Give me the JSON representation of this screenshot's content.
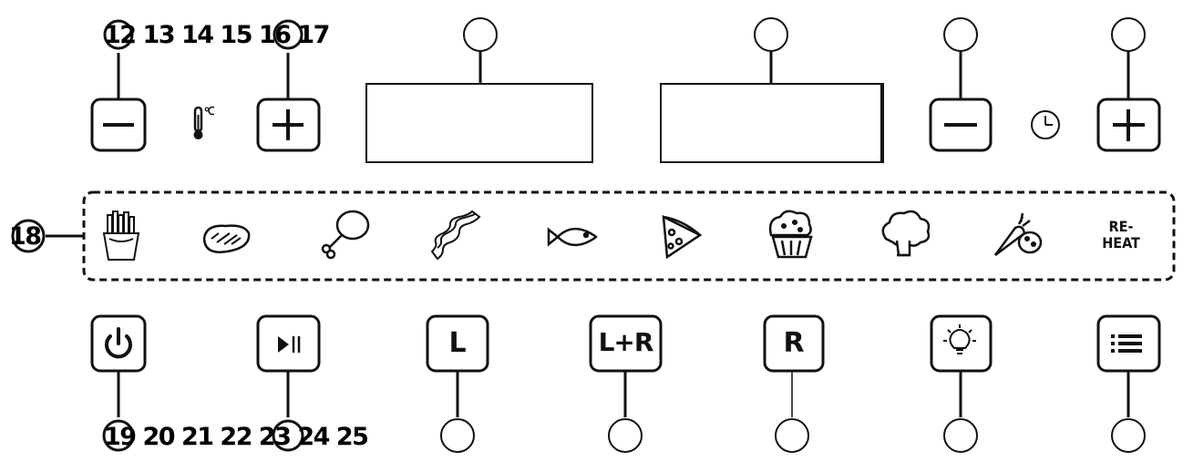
{
  "callouts": {
    "top_left_numbers": "12 13 14 15 16 17",
    "bottom_left_numbers": "19 20 21 22 23 24 25",
    "panel_number": "18"
  },
  "buttons": {
    "left_label": "L",
    "both_label": "L+R",
    "right_label": "R"
  },
  "presets": {
    "reheat_line1": "RE-",
    "reheat_line2": "HEAT"
  },
  "icons": [
    "thermometer-icon",
    "minus-icon",
    "plus-icon",
    "clock-icon",
    "fries-icon",
    "steak-icon",
    "drumstick-icon",
    "bacon-icon",
    "fish-icon",
    "pizza-icon",
    "muffin-icon",
    "broccoli-icon",
    "vegetables-icon",
    "power-icon",
    "play-pause-icon",
    "light-icon",
    "menu-icon"
  ]
}
